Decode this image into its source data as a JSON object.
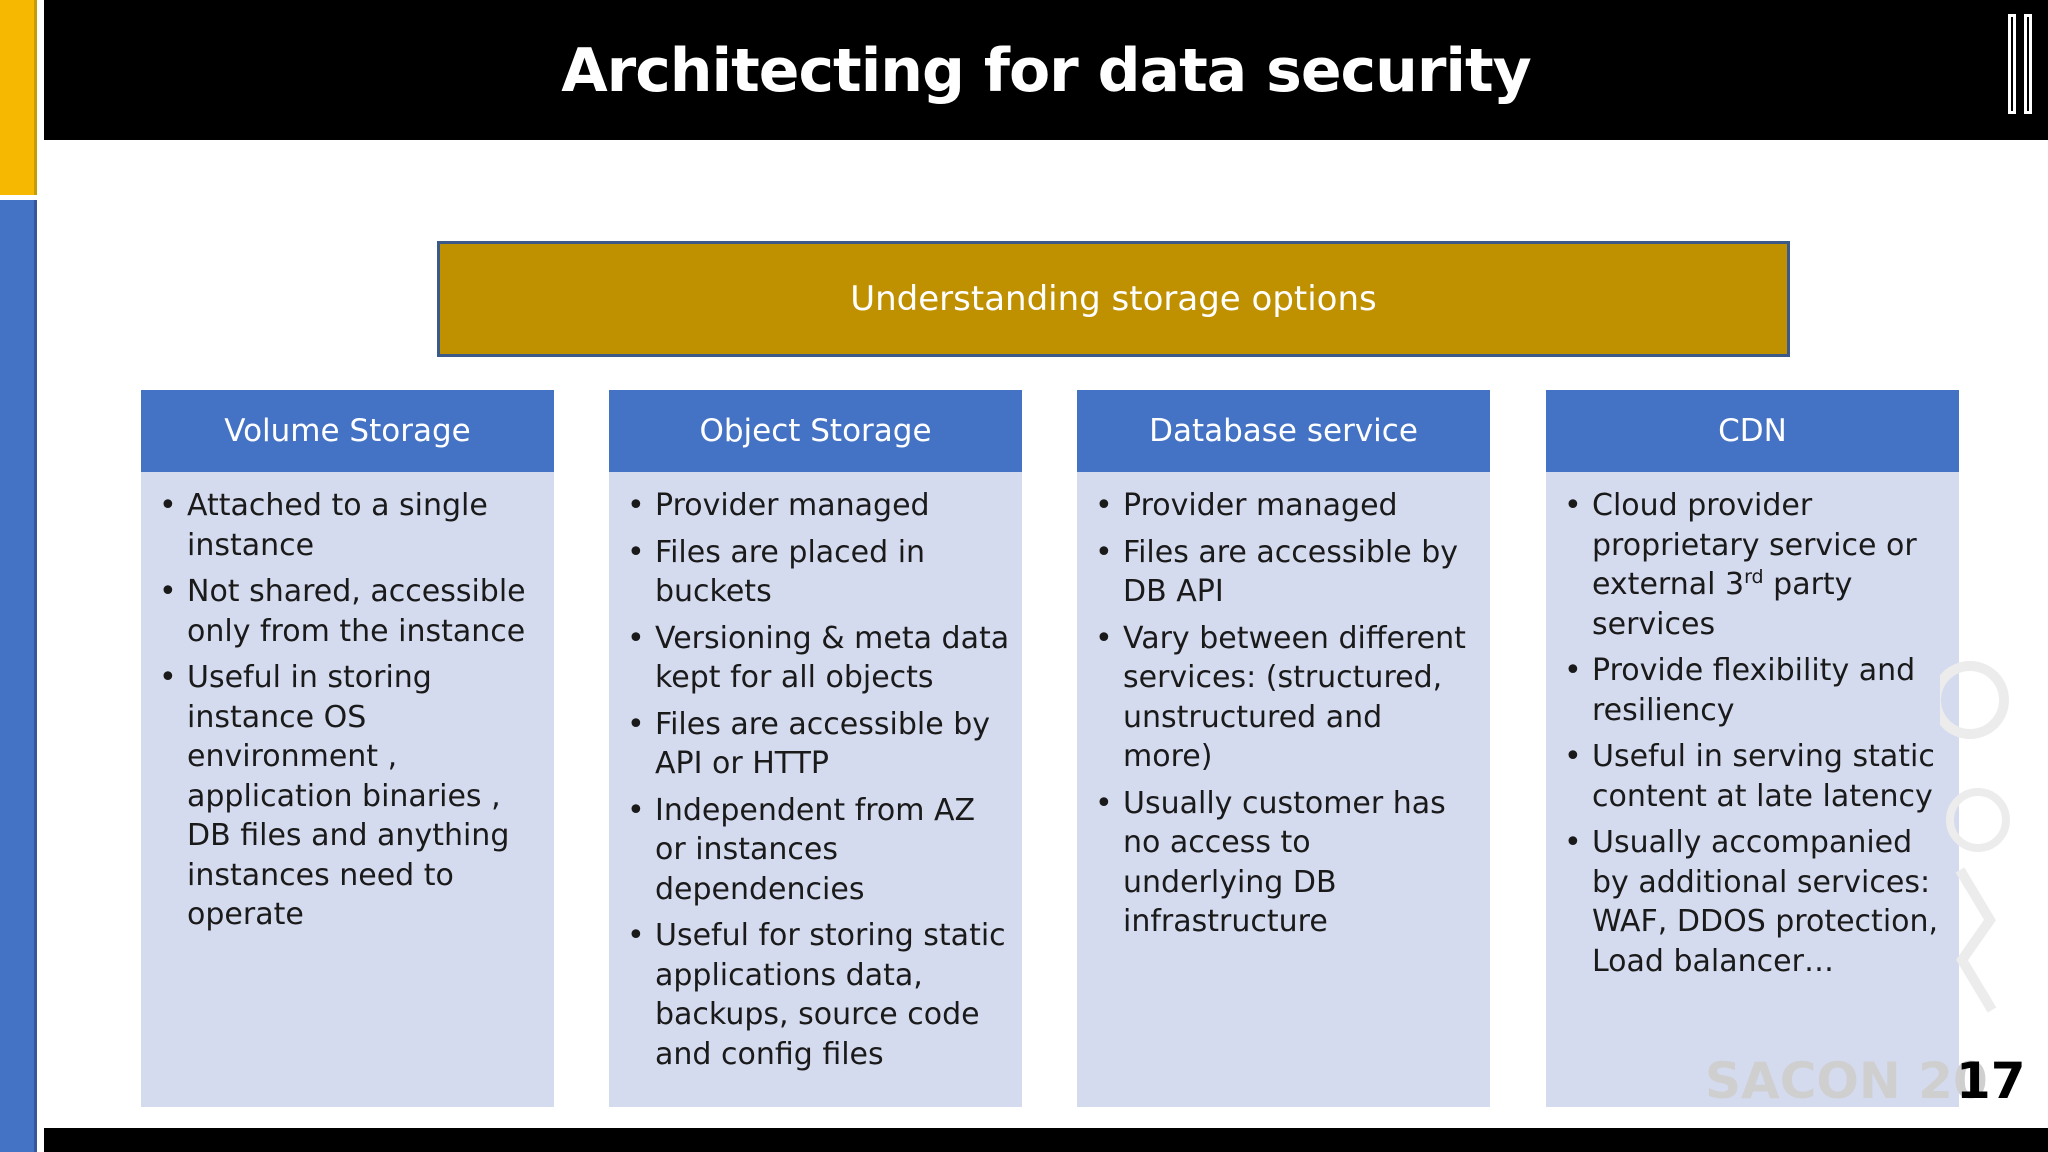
{
  "slide": {
    "title": "Architecting for data security",
    "header_box": "Understanding storage options",
    "page_number": "17",
    "watermark": "SACON 20"
  },
  "columns": [
    {
      "title": "Volume Storage",
      "items": [
        "Attached to a single instance",
        "Not shared, accessible only from the instance",
        "Useful in storing instance OS environment , application binaries , DB files and anything instances need to operate"
      ]
    },
    {
      "title": "Object Storage",
      "items": [
        "Provider managed",
        "Files are placed in buckets",
        "Versioning & meta data kept for all objects",
        "Files are accessible by API or HTTP",
        "Independent from AZ or instances dependencies",
        "Useful for storing static applications data, backups, source code and config files"
      ]
    },
    {
      "title": "Database service",
      "items": [
        "Provider managed",
        "Files are accessible by DB API",
        "Vary between different services: (structured, unstructured and more)",
        "Usually customer has no access to underlying DB infrastructure"
      ]
    },
    {
      "title": "CDN",
      "items": [
        "Cloud provider proprietary service or external 3",
        "rd",
        " party services",
        "Provide flexibility and resiliency",
        "Useful in serving static content at late latency",
        "Usually accompanied by additional services: WAF, DDOS protection, Load balancer…"
      ]
    }
  ],
  "colors": {
    "title_band": "#000000",
    "header_box": "#bf9000",
    "column_head": "#4472c4",
    "column_body": "#d5dbef",
    "side_yellow": "#f6b800",
    "side_blue": "#4472c4"
  },
  "icons": {
    "logo": "double-bar-logo-icon",
    "watermark": "microphone-watermark-icon",
    "bullet": "•"
  }
}
